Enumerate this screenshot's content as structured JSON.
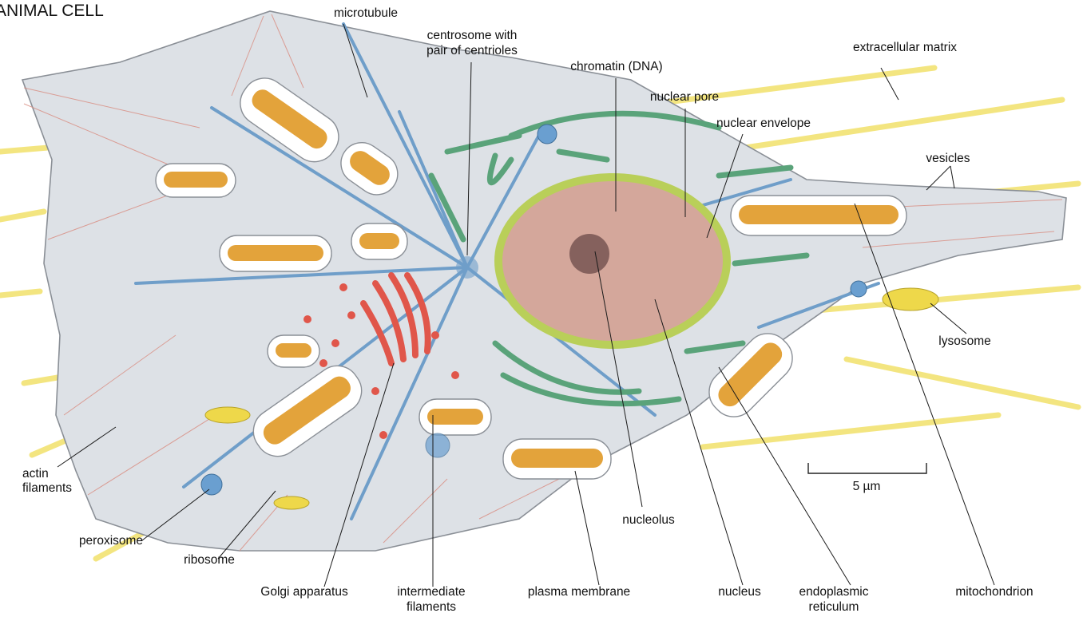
{
  "title": "ANIMAL CELL",
  "scale_bar": {
    "label": "5 µm"
  },
  "labels": {
    "microtubule": "microtubule",
    "centrosome_line1": "centrosome  with",
    "centrosome_line2": "pair of centrioles",
    "chromatin": "chromatin (DNA)",
    "extracellular_matrix": "extracellular matrix",
    "nuclear_pore": "nuclear pore",
    "nuclear_envelope": "nuclear envelope",
    "vesicles": "vesicles",
    "lysosome": "lysosome",
    "actin_line1": "actin",
    "actin_line2": "filaments",
    "peroxisome": "peroxisome",
    "ribosome": "ribosome",
    "golgi": "Golgi apparatus",
    "intermediate_line1": "intermediate",
    "intermediate_line2": "filaments",
    "plasma_membrane": "plasma  membrane",
    "nucleolus": "nucleolus",
    "nucleus": "nucleus",
    "er_line1": "endoplasmic",
    "er_line2": "reticulum",
    "mitochondrion": "mitochondrion"
  },
  "colors": {
    "cytoplasm": "#dde1e6",
    "membrane": "#8a8f96",
    "microtubule": "#6f9ec9",
    "actin": "#d98c80",
    "er": "#5aa37a",
    "nuclear_envelope": "#b9cf59",
    "nucleus": "#d4a79b",
    "golgi": "#e0564a",
    "mitochondrion": "#e3a33b",
    "ecm": "#f2e16a",
    "lysosome": "#eed84a",
    "peroxisome": "#6a9fd0"
  }
}
